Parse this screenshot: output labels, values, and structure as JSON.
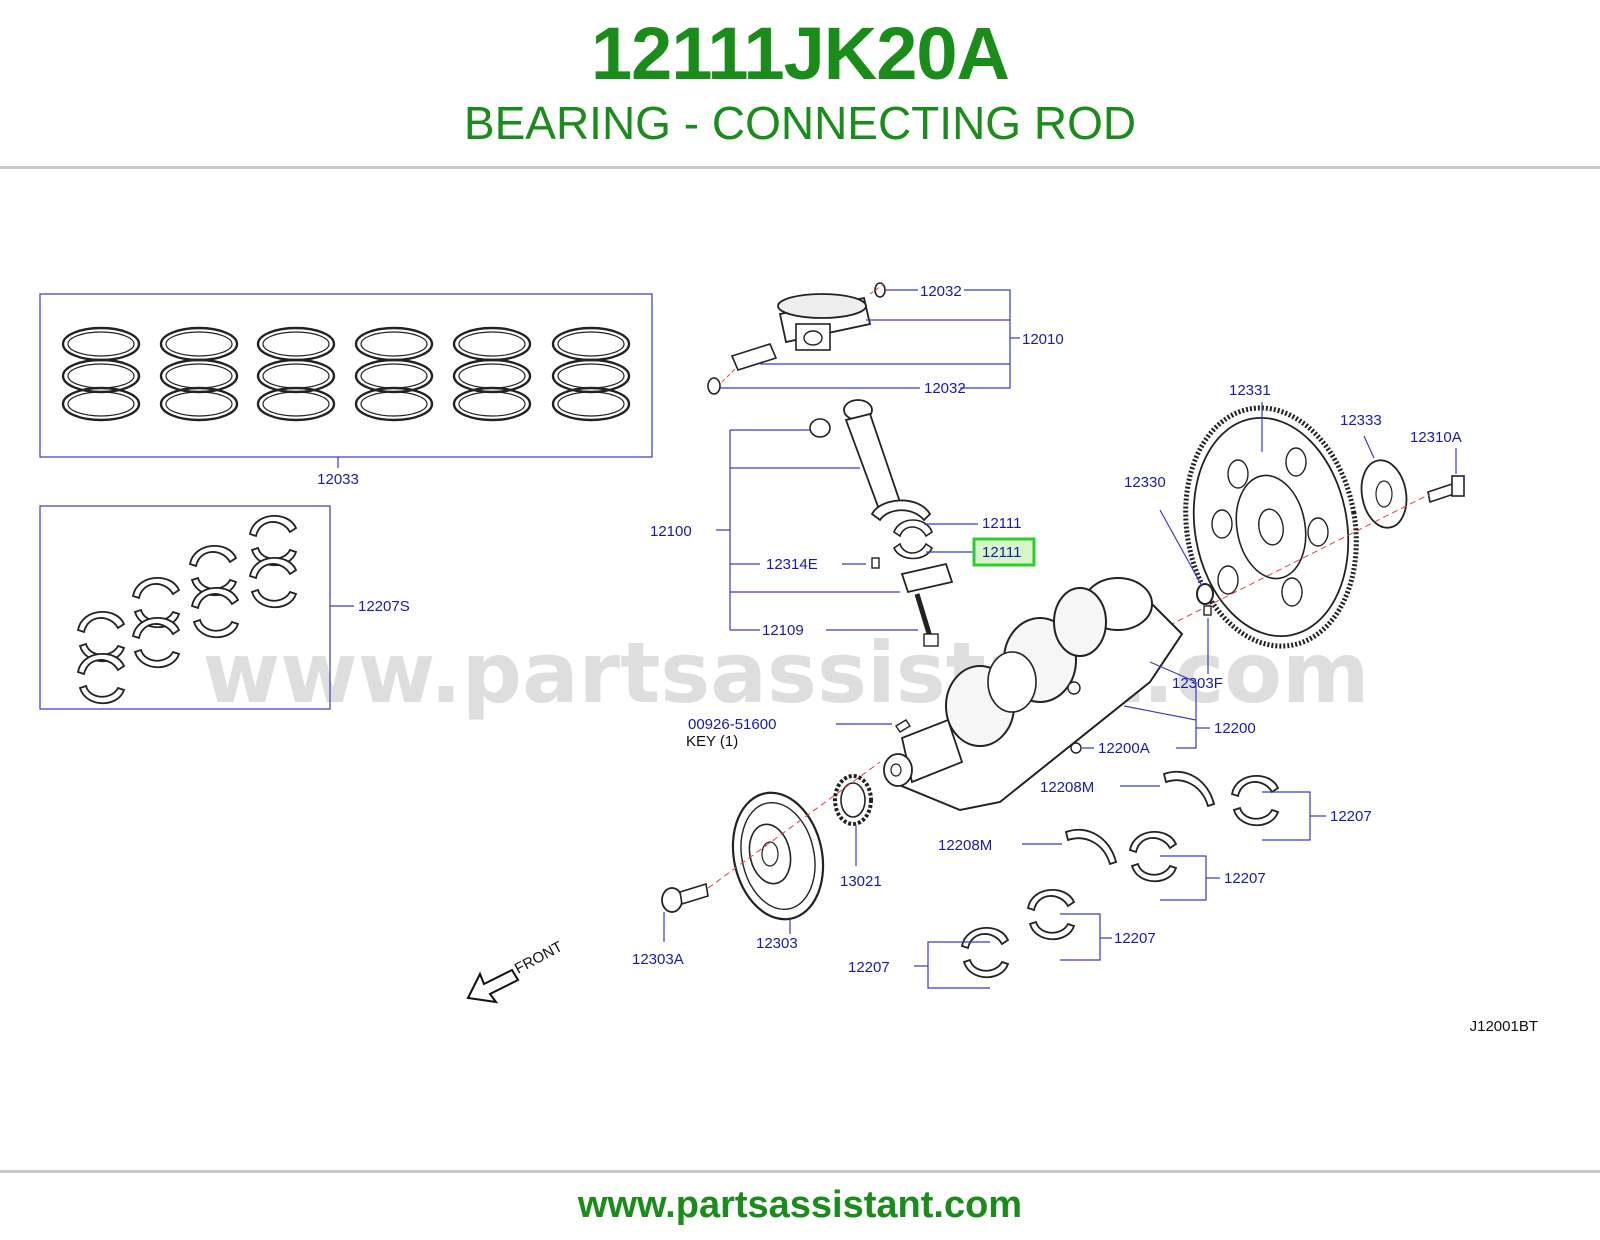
{
  "header": {
    "part_number": "12111JK20A",
    "part_name": "BEARING - CONNECTING ROD"
  },
  "footer": {
    "url": "www.partsassistant.com"
  },
  "watermark": "www.partsassistant.com",
  "diagram": {
    "code": "J12001BT",
    "front_label": "FRONT",
    "key_label": "KEY   (1)",
    "labels": {
      "l_12033": "12033",
      "l_12207S": "12207S",
      "l_12032a": "12032",
      "l_12010": "12010",
      "l_12032b": "12032",
      "l_12100": "12100",
      "l_12111a": "12111",
      "l_12111b": "12111",
      "l_12314E": "12314E",
      "l_12109": "12109",
      "l_12331": "12331",
      "l_12333": "12333",
      "l_12310A": "12310A",
      "l_12330": "12330",
      "l_12303F": "12303F",
      "l_00926": "00926-51600",
      "l_12200": "12200",
      "l_12200A": "12200A",
      "l_12208Ma": "12208M",
      "l_12208Mb": "12208M",
      "l_12207a": "12207",
      "l_12207b": "12207",
      "l_12207c": "12207",
      "l_12207d": "12207",
      "l_13021": "13021",
      "l_12303": "12303",
      "l_12303A": "12303A"
    },
    "highlighted_label": "l_12111b"
  },
  "colors": {
    "brand_green": "#1a8c1a",
    "label_blue": "#1a1aa8",
    "leader_blue": "#3a3ac0",
    "highlight_green": "#2ecc2e",
    "highlight_fill": "#d6f5c8"
  }
}
